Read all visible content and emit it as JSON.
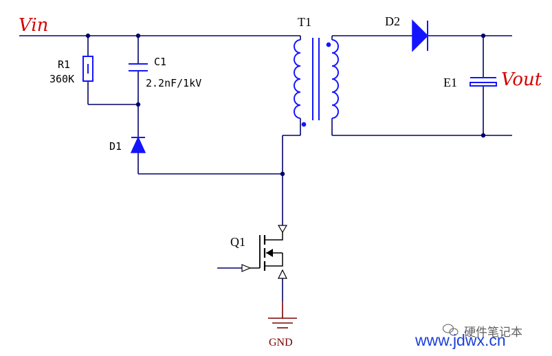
{
  "labels": {
    "vin": "Vin",
    "vout": "Vout",
    "r1_name": "R1",
    "r1_value": "360K",
    "c1_name": "C1",
    "c1_value": "2.2nF/1kV",
    "d1_name": "D1",
    "t1_name": "T1",
    "d2_name": "D2",
    "e1_name": "E1",
    "q1_name": "Q1",
    "gnd": "GND"
  },
  "watermark": {
    "brand": "硬件笔记本",
    "url": "www.jdwx.cn"
  },
  "colors": {
    "wire": "#00006b",
    "component": "#1414ff",
    "label_red": "#d60000",
    "ground": "#7a0000",
    "url": "#1a3fd6"
  },
  "icons": {
    "brand": "wechat-icon"
  }
}
